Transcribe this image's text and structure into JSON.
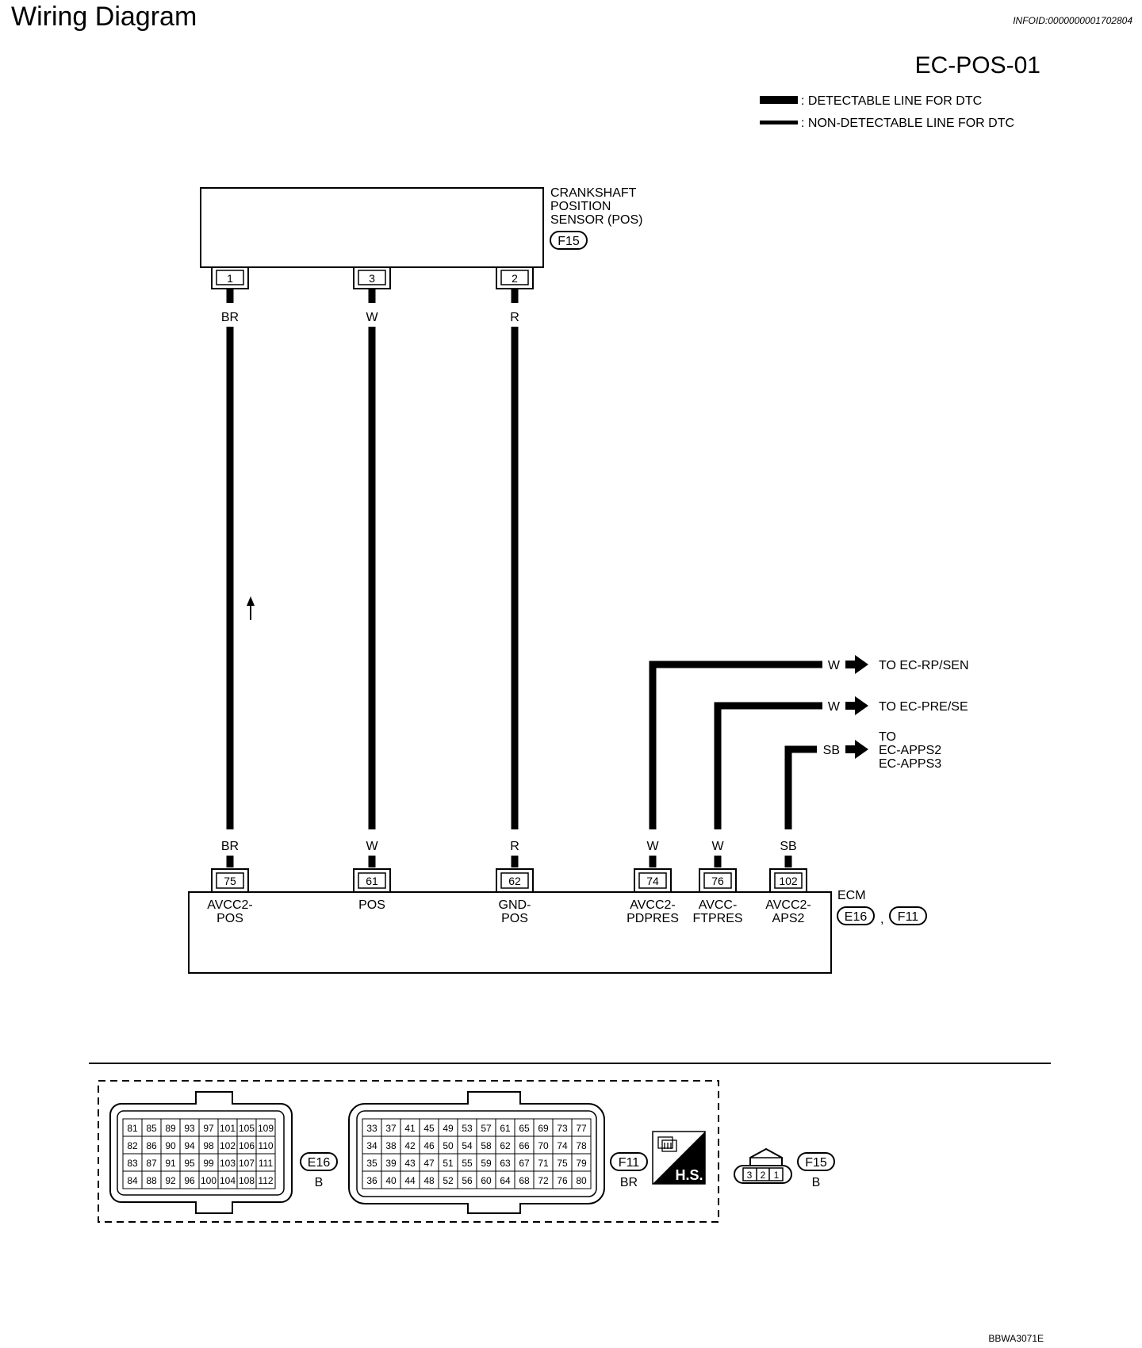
{
  "header": {
    "title": "Wiring Diagram",
    "info_id": "INFOID:0000000001702804",
    "diagram_code": "EC-POS-01"
  },
  "legend": [
    {
      "label": ": DETECTABLE LINE FOR DTC"
    },
    {
      "label": ": NON-DETECTABLE LINE FOR DTC"
    }
  ],
  "sensor": {
    "name_lines": [
      "CRANKSHAFT",
      "POSITION",
      "SENSOR (POS)"
    ],
    "connector": "F15"
  },
  "wires": [
    {
      "sensor_pin": "1",
      "color": "BR",
      "ecm_pin": "75",
      "ecm_label": [
        "AVCC2-",
        "POS"
      ]
    },
    {
      "sensor_pin": "3",
      "color": "W",
      "ecm_pin": "61",
      "ecm_label": [
        "POS"
      ]
    },
    {
      "sensor_pin": "2",
      "color": "R",
      "ecm_pin": "62",
      "ecm_label": [
        "GND-",
        "POS"
      ]
    }
  ],
  "branches": [
    {
      "ecm_pin": "74",
      "color": "W",
      "ecm_label": [
        "AVCC2-",
        "PDPRES"
      ],
      "dest": [
        "TO EC-RP/SEN"
      ]
    },
    {
      "ecm_pin": "76",
      "color": "W",
      "ecm_label": [
        "AVCC-",
        "FTPRES"
      ],
      "dest": [
        "TO EC-PRE/SE"
      ]
    },
    {
      "ecm_pin": "102",
      "color": "SB",
      "ecm_label": [
        "AVCC2-",
        "APS2"
      ],
      "dest": [
        "TO",
        "EC-APPS2",
        "EC-APPS3"
      ]
    }
  ],
  "ecm": {
    "name": "ECM",
    "connectors": [
      "E16",
      "F11"
    ],
    "separator": ","
  },
  "connector_views": {
    "e16": {
      "id": "E16",
      "color": "B",
      "rows": [
        [
          "81",
          "85",
          "89",
          "93",
          "97",
          "101",
          "105",
          "109"
        ],
        [
          "82",
          "86",
          "90",
          "94",
          "98",
          "102",
          "106",
          "110"
        ],
        [
          "83",
          "87",
          "91",
          "95",
          "99",
          "103",
          "107",
          "111"
        ],
        [
          "84",
          "88",
          "92",
          "96",
          "100",
          "104",
          "108",
          "112"
        ]
      ]
    },
    "f11": {
      "id": "F11",
      "color": "BR",
      "rows": [
        [
          "33",
          "37",
          "41",
          "45",
          "49",
          "53",
          "57",
          "61",
          "65",
          "69",
          "73",
          "77"
        ],
        [
          "34",
          "38",
          "42",
          "46",
          "50",
          "54",
          "58",
          "62",
          "66",
          "70",
          "74",
          "78"
        ],
        [
          "35",
          "39",
          "43",
          "47",
          "51",
          "55",
          "59",
          "63",
          "67",
          "71",
          "75",
          "79"
        ],
        [
          "36",
          "40",
          "44",
          "48",
          "52",
          "56",
          "60",
          "64",
          "68",
          "72",
          "76",
          "80"
        ]
      ]
    },
    "hs_badge": "H.S.",
    "f15": {
      "id": "F15",
      "color": "B",
      "cavities": [
        "3",
        "2",
        "1"
      ]
    }
  },
  "footer_code": "BBWA3071E"
}
